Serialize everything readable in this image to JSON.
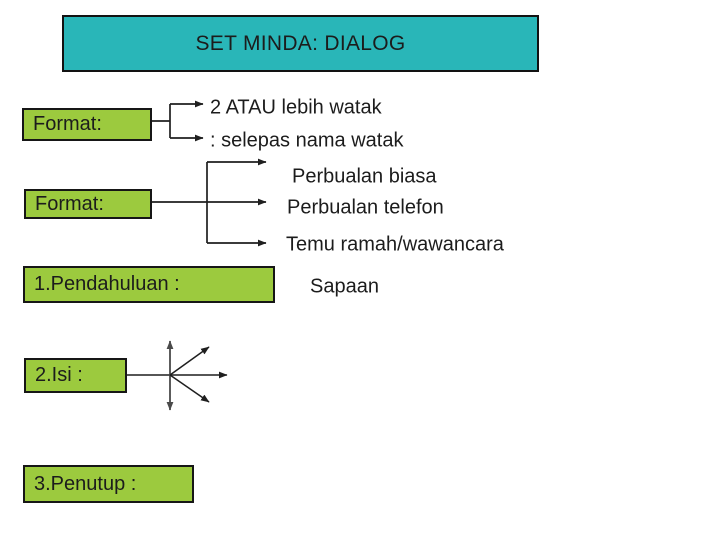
{
  "slide": {
    "title": "SET MINDA: DIALOG"
  },
  "colors": {
    "title_fill": "#29b6b8",
    "label_box_fill": "#9cca3e",
    "outline": "#121212",
    "arrow": "#1f1f1f"
  },
  "nodes": {
    "format1": {
      "label": "Format:",
      "children": [
        "2 ATAU lebih watak",
        ": selepas nama watak"
      ]
    },
    "format2": {
      "label": "Format:",
      "children": [
        "Perbualan biasa",
        "Perbualan telefon",
        "Temu ramah/wawancara"
      ]
    },
    "pendahuluan": {
      "label": "1.Pendahuluan :",
      "children": [
        "Sapaan"
      ]
    },
    "isi": {
      "label": "2.Isi :",
      "children": []
    },
    "penutup": {
      "label": "3.Penutup :",
      "children": []
    }
  }
}
